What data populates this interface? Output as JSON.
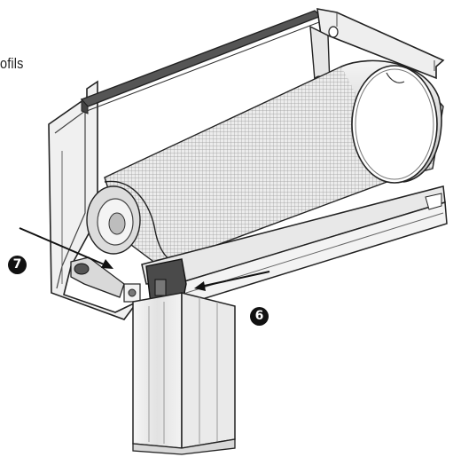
{
  "caption_fragment": "ofils",
  "callouts": [
    {
      "id": "7",
      "label": "7"
    },
    {
      "id": "6",
      "label": "6"
    }
  ],
  "colors": {
    "line": "#222222",
    "seal": "#4a4a4a",
    "fabric": "#b8b8b8",
    "metal": "#e9e9e9",
    "shadow": "#cfcfcf"
  }
}
